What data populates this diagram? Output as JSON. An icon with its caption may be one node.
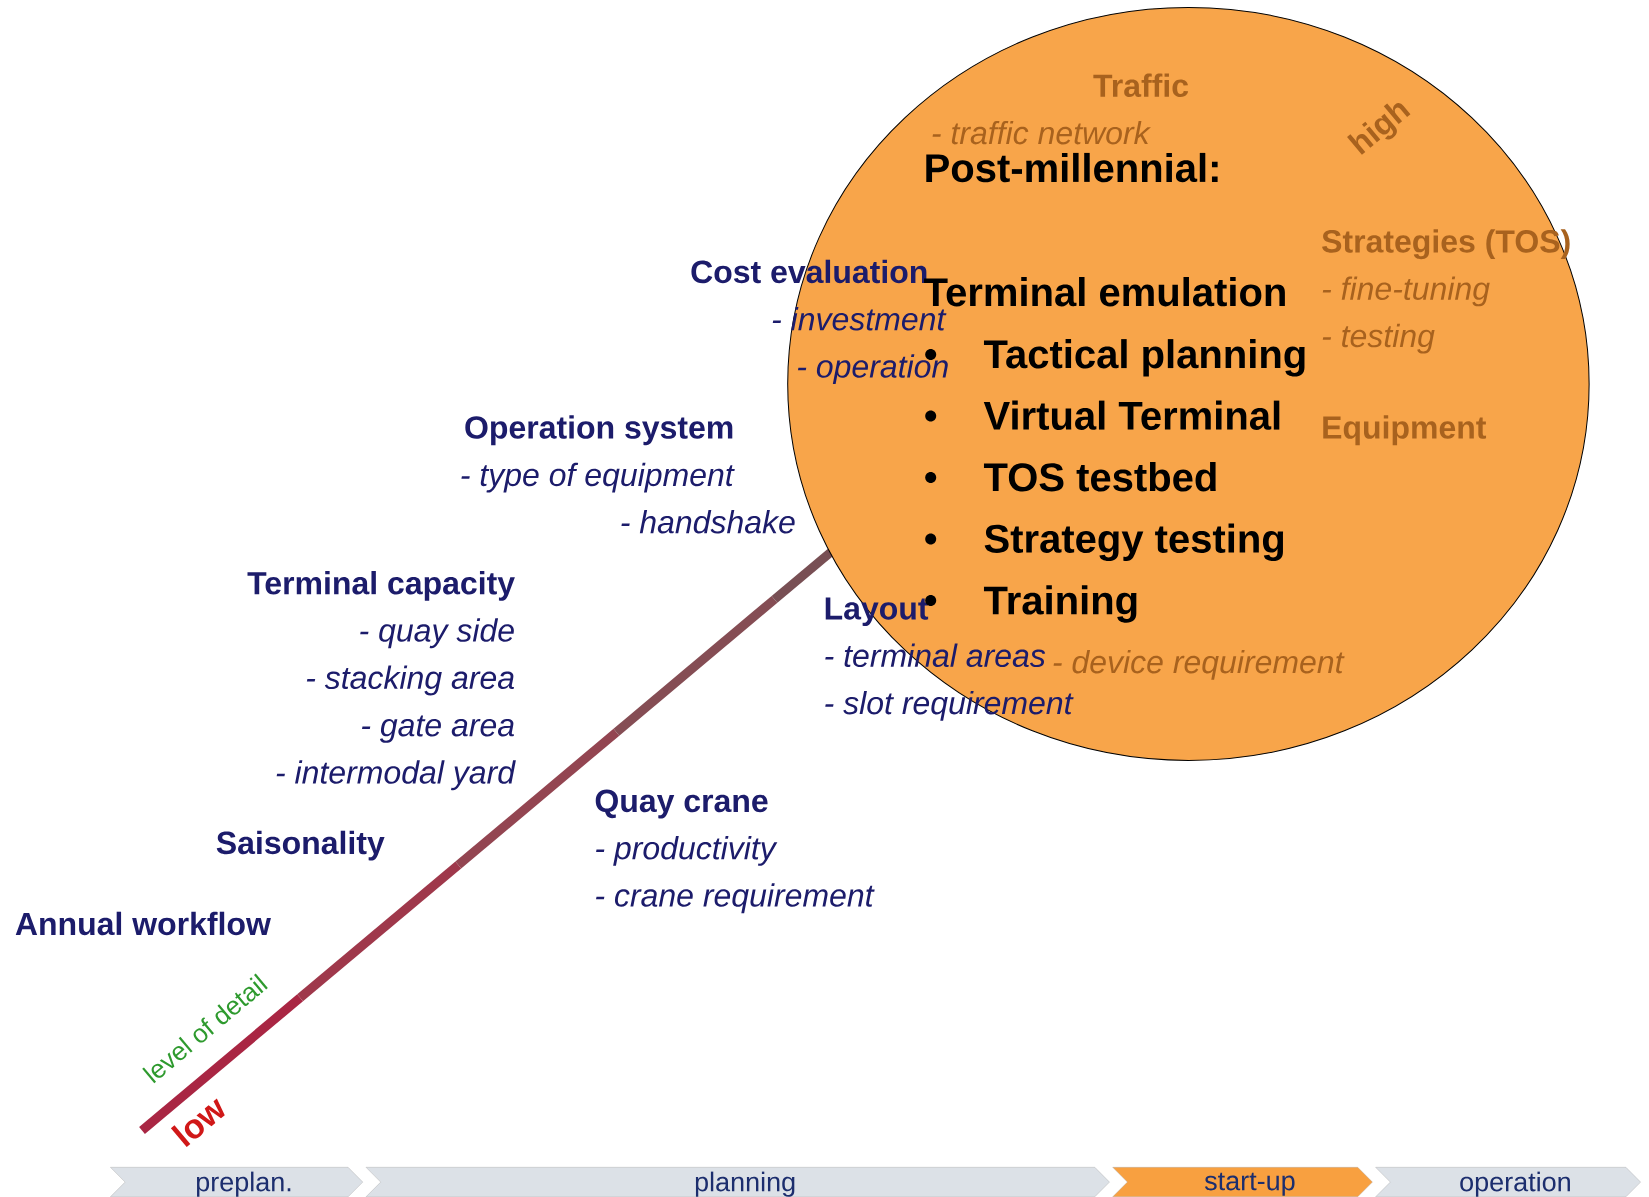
{
  "diagram": {
    "nodes": [
      {
        "text": [
          "Post-millennial:",
          "Terminal emulation",
          "Tactical planning",
          "Virtual Terminal",
          "TOS testbed",
          "Strategy testing",
          "Training"
        ]
      },
      {
        "text": [
          "preplan."
        ]
      },
      {
        "text": [
          "planning"
        ]
      },
      {
        "text": [
          "start-up"
        ]
      },
      {
        "text": [
          "operation"
        ]
      }
    ],
    "labels": [
      "Traffic",
      "- traffic network",
      "Strategies (TOS)",
      "- fine-tuning",
      "- testing",
      "Cost evaluation",
      "- investment",
      "- operation",
      "Operation system",
      "- type of equipment",
      "- handshake",
      "Equipment",
      "- device requirement",
      "Terminal capacity",
      "- quay side",
      "- stacking area",
      "- gate area",
      "- intermodal yard",
      "Layout",
      "- terminal areas",
      "- slot requirement",
      "Saisonality",
      "Quay crane",
      "- productivity",
      "- crane requirement",
      "Annual workflow",
      "high",
      "level of detail",
      "low"
    ]
  }
}
